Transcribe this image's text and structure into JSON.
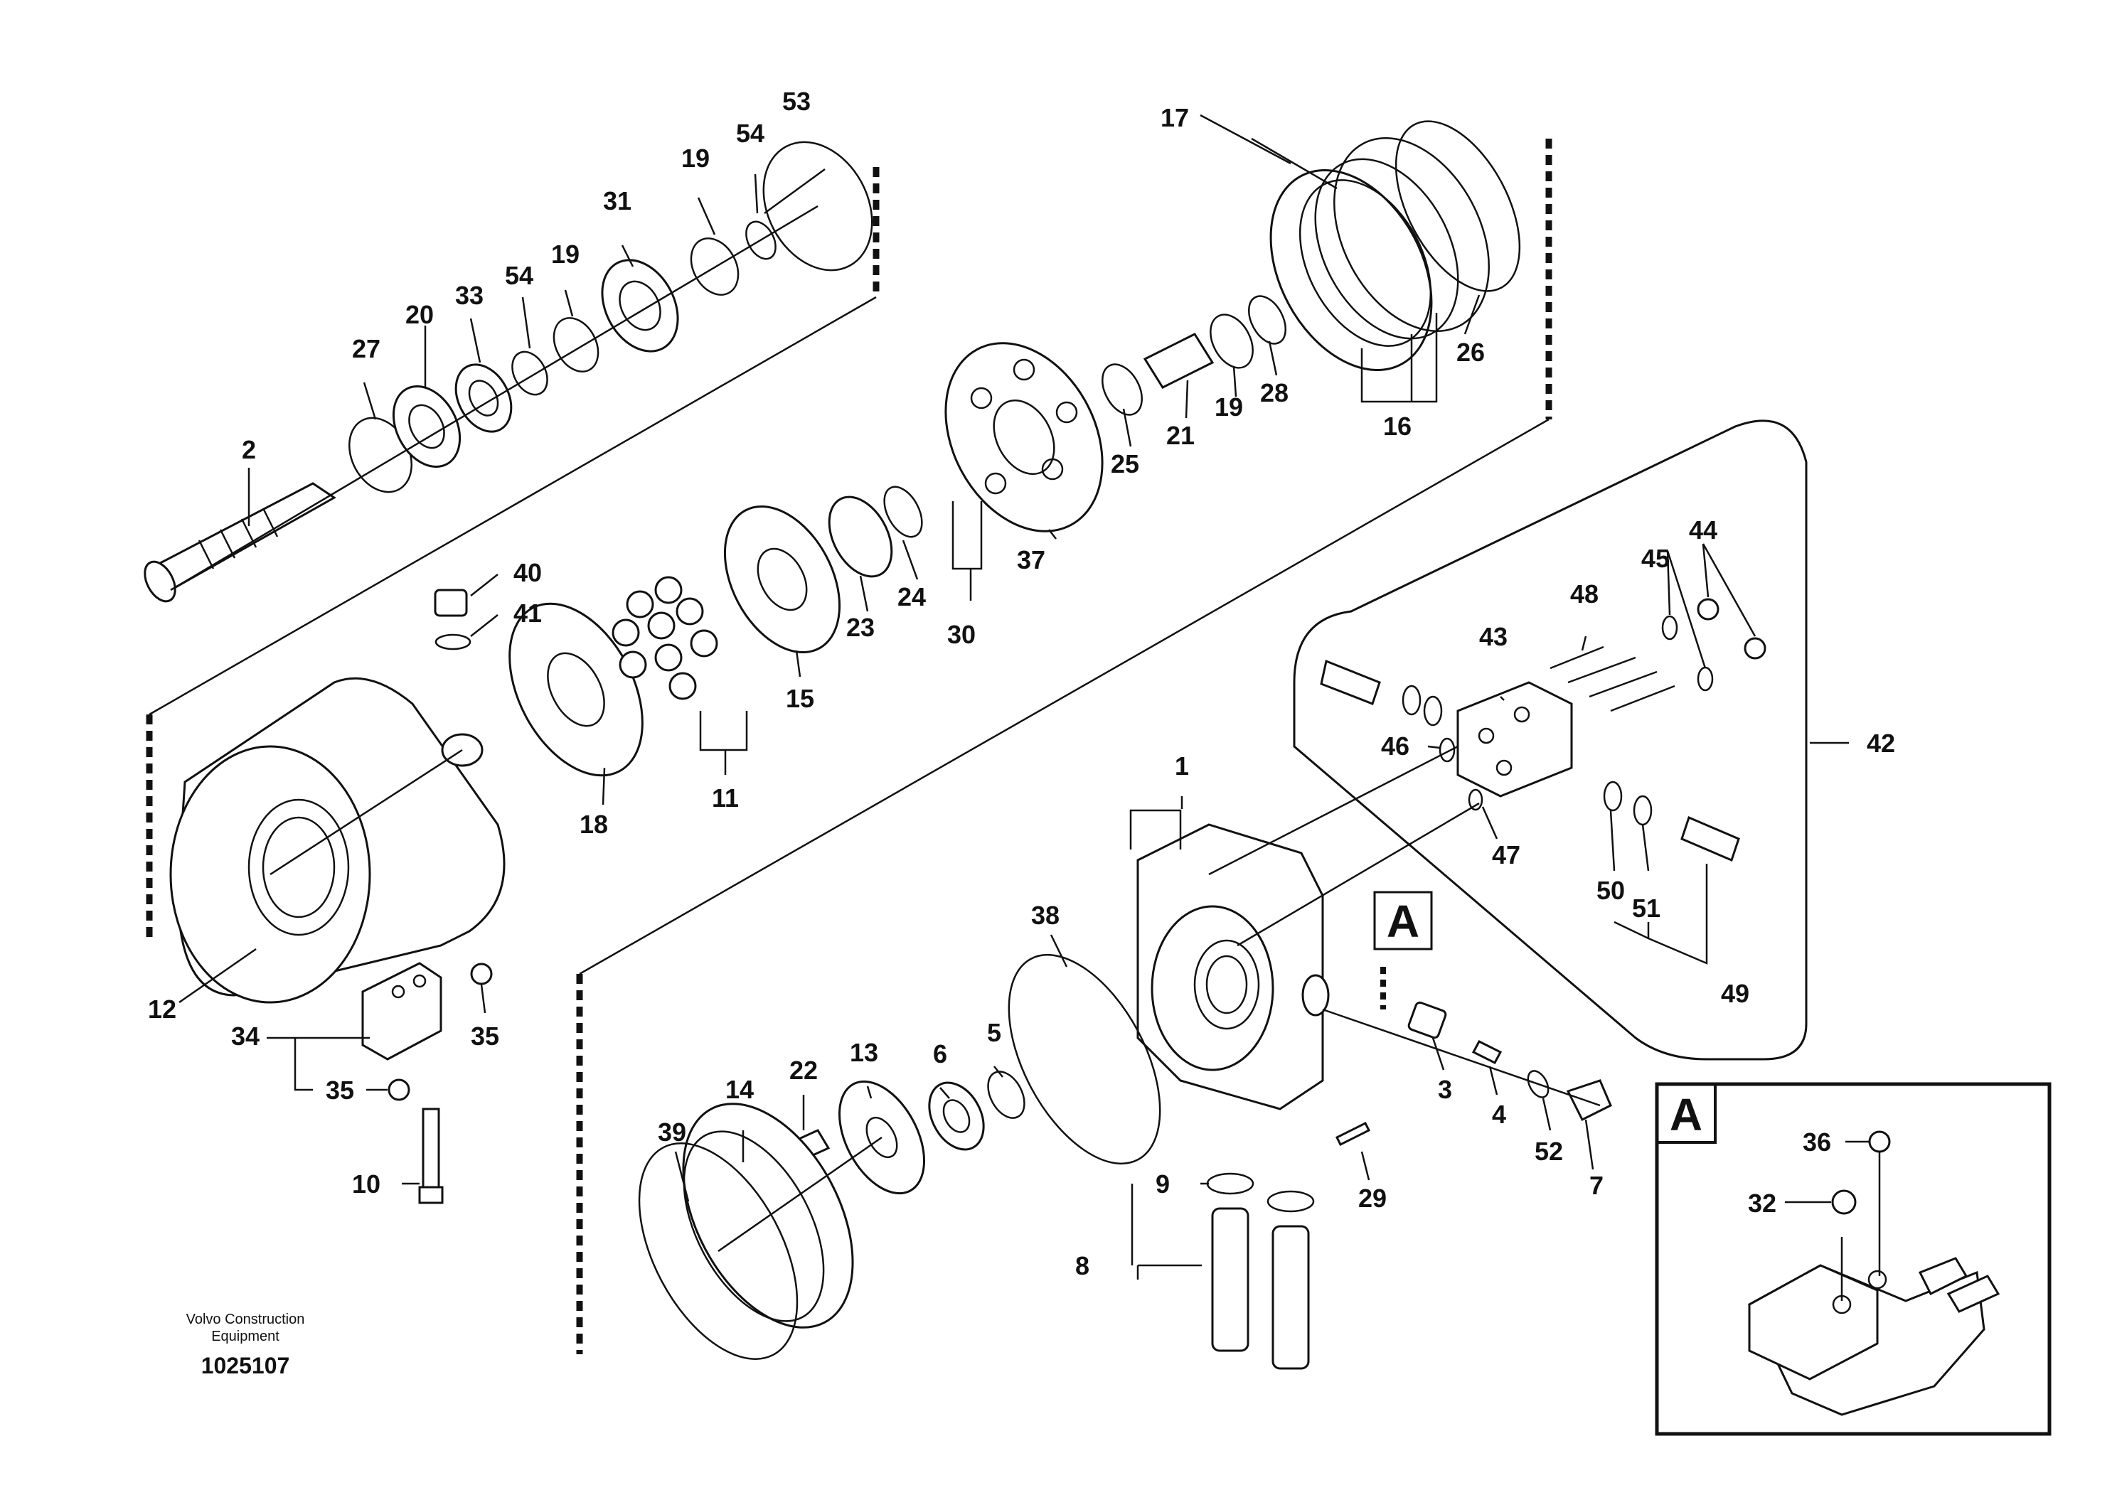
{
  "caption": {
    "line1": "Volvo Construction",
    "line2": "Equipment",
    "doc_number": "1025107"
  },
  "detail": {
    "letter_main": "A",
    "letter_inset": "A"
  },
  "labels": [
    "1",
    "2",
    "3",
    "4",
    "5",
    "6",
    "7",
    "8",
    "9",
    "10",
    "11",
    "12",
    "13",
    "14",
    "15",
    "16",
    "17",
    "18",
    "19",
    "19",
    "19",
    "20",
    "21",
    "22",
    "23",
    "24",
    "25",
    "26",
    "27",
    "28",
    "29",
    "30",
    "31",
    "32",
    "33",
    "34",
    "35",
    "35",
    "36",
    "37",
    "38",
    "39",
    "40",
    "41",
    "42",
    "43",
    "44",
    "45",
    "46",
    "47",
    "48",
    "49",
    "50",
    "51",
    "52",
    "53",
    "54",
    "54"
  ]
}
